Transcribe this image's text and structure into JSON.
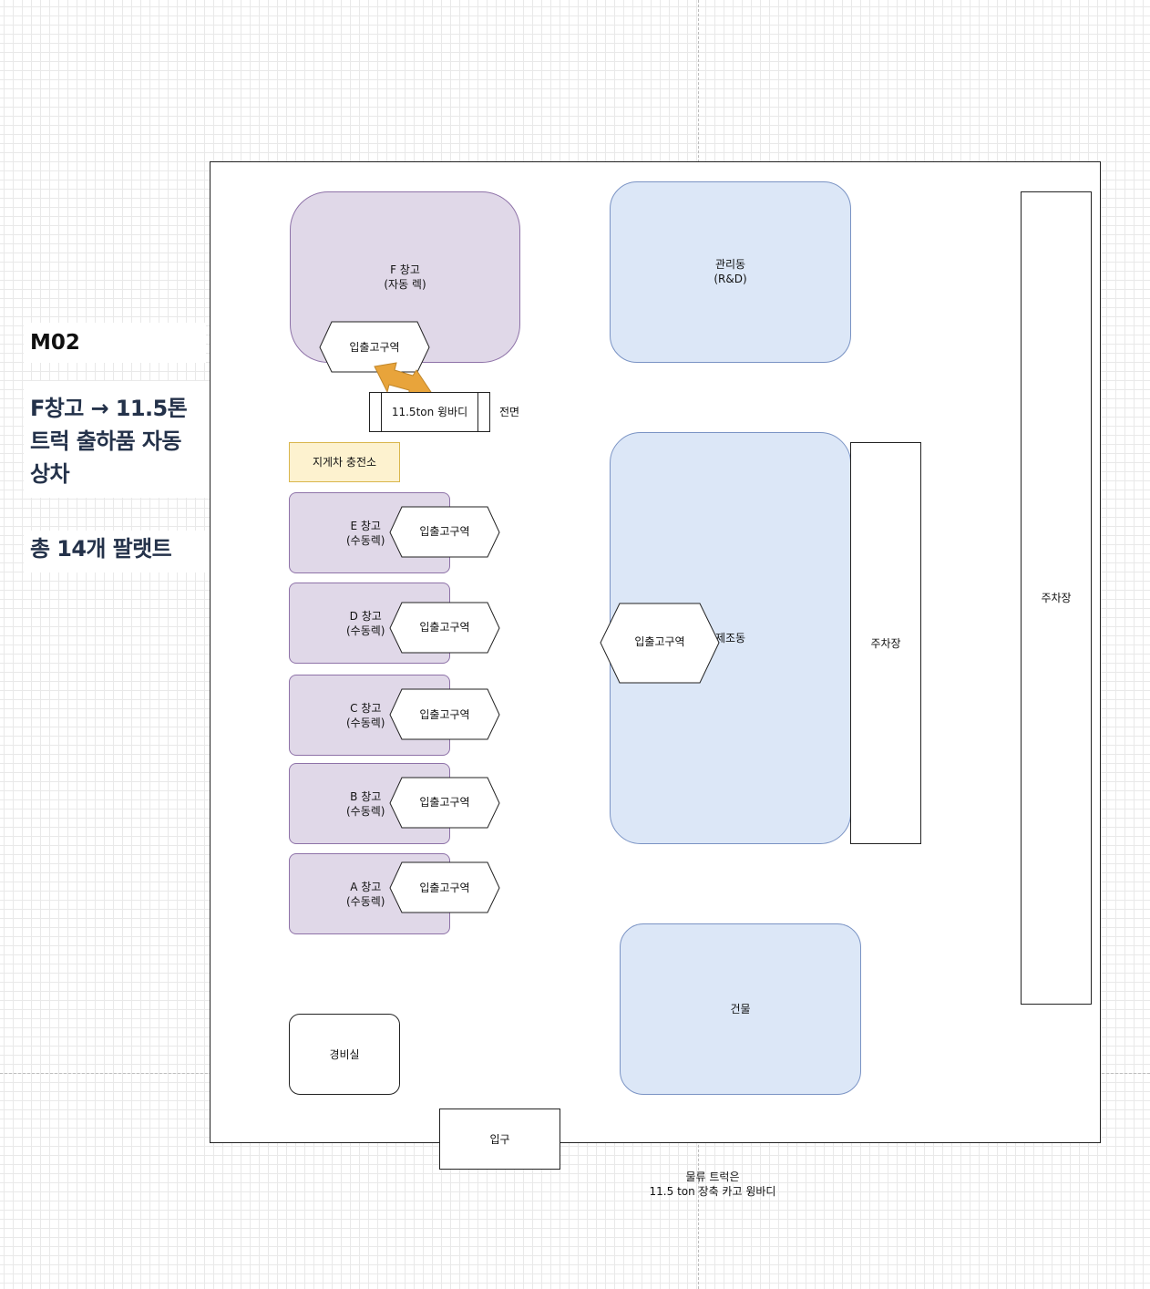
{
  "diagram_code": "M02",
  "subtitle": "F창고 → 11.5톤\n트럭 출하품 자동\n상차",
  "total_pallets": "총 14개 팔랫트",
  "warehouses": {
    "f": "F 창고\n(자동 렉)",
    "e": "E 창고\n(수동렉)",
    "d": "D 창고\n(수동렉)",
    "c": "C 창고\n(수동렉)",
    "b": "B 창고\n(수동렉)",
    "a": "A 창고\n(수동렉)"
  },
  "dock_label": "입출고구역",
  "truck": {
    "label": "11.5ton 윙바디",
    "front_label": "전면"
  },
  "forklift_charging": "지게차 충전소",
  "admin_building": "관리동\n(R&D)",
  "manufacturing_building": "제조동",
  "parking": {
    "inner": "주차장",
    "outer": "주차장"
  },
  "building": "건물",
  "guardhouse": "경비실",
  "entrance": "입구",
  "truck_note": "물류 트럭은\n11.5 ton 장축 카고 윙바디",
  "colors": {
    "warehouse_fill": "#e0d8e8",
    "building_fill": "#dce7f7",
    "charging_fill": "#fdf2cf",
    "arrow": "#e8a43b"
  }
}
